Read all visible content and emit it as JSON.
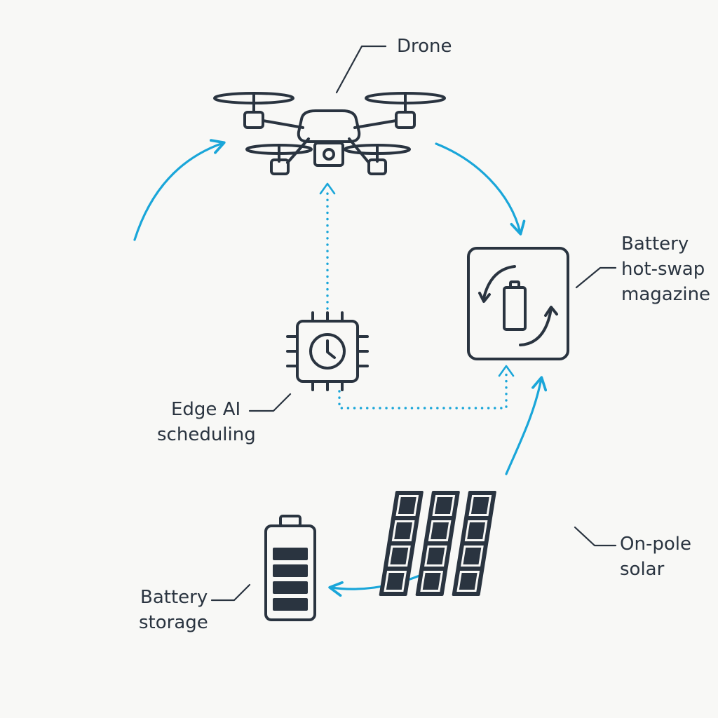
{
  "nodes": {
    "drone": {
      "label_lines": [
        "Drone"
      ]
    },
    "hot_swap_magazine": {
      "label_lines": [
        "Battery",
        "hot-swap",
        "magazine"
      ]
    },
    "edge_ai_scheduling": {
      "label_lines": [
        "Edge AI",
        "scheduling"
      ]
    },
    "on_pole_solar": {
      "label_lines": [
        "On-pole",
        "solar"
      ]
    },
    "battery_storage": {
      "label_lines": [
        "Battery",
        "storage"
      ]
    }
  },
  "colors": {
    "flow": "#1aa6d9",
    "ink": "#2a3440",
    "background": "#f8f8f6"
  },
  "icons": {
    "drone": "drone-icon",
    "hot_swap_magazine": "battery-swap-icon",
    "edge_ai_scheduling": "chip-clock-icon",
    "on_pole_solar": "solar-panel-icon",
    "battery_storage": "battery-full-icon"
  }
}
